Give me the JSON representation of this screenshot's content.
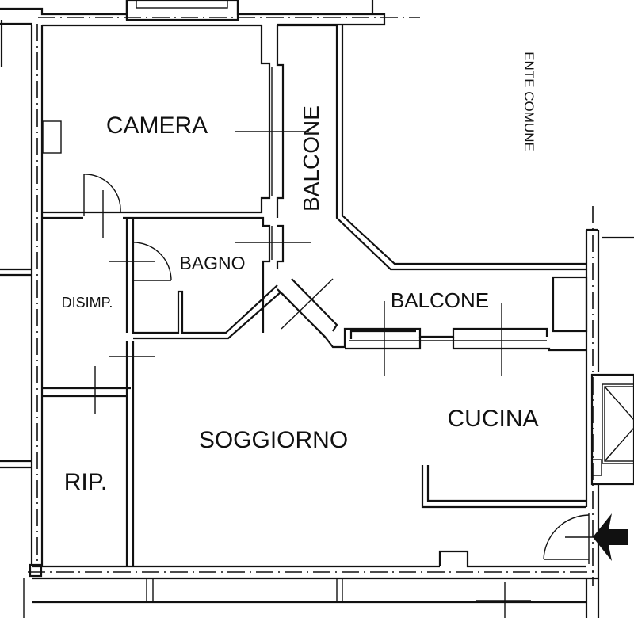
{
  "plan": {
    "rooms": {
      "camera": "CAMERA",
      "balcone_vertical": "BALCONE",
      "ente_comune": "ENTE COMUNE",
      "bagno": "BAGNO",
      "disimp": "DISIMP.",
      "balcone_horizontal": "BALCONE",
      "cucina": "CUCINA",
      "soggiorno": "SOGGIORNO",
      "rip": "RIP."
    },
    "colors": {
      "line": "#111111",
      "background": "#ffffff"
    }
  }
}
